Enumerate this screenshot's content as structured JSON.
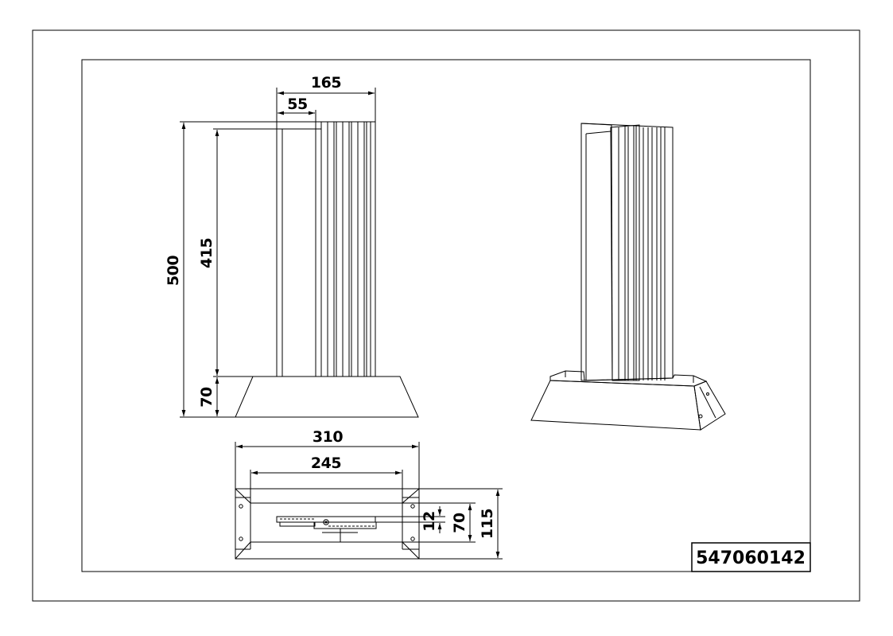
{
  "dimensions": {
    "width_total": "165",
    "width_inner": "55",
    "height_total": "500",
    "height_column": "415",
    "height_base": "70",
    "base_length": "310",
    "base_inner": "245",
    "depth_small": "12",
    "depth_mid": "70",
    "depth_total": "115"
  },
  "part_number": "547060142",
  "colors": {
    "line": "#000000",
    "background": "#ffffff"
  }
}
